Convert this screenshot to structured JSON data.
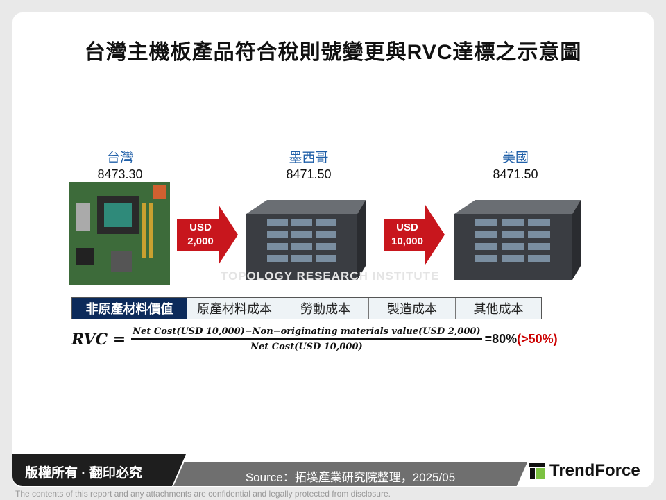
{
  "title": "台灣主機板產品符合稅則號變更與RVC達標之示意圖",
  "stages": [
    {
      "country": "台灣",
      "code": "8473.30",
      "image": "motherboard"
    },
    {
      "country": "墨西哥",
      "code": "8471.50",
      "image": "server"
    },
    {
      "country": "美國",
      "code": "8471.50",
      "image": "server"
    }
  ],
  "arrows": [
    {
      "line1": "USD",
      "line2": "2,000"
    },
    {
      "line1": "USD",
      "line2": "10,000"
    }
  ],
  "arrow_color": "#c8161d",
  "watermark": "TOPOLOGY RESEARCH INSTITUTE",
  "cost_table": [
    "非原產材料價值",
    "原產材料成本",
    "勞動成本",
    "製造成本",
    "其他成本"
  ],
  "formula": {
    "lhs": "RVC =",
    "numerator": "Net Cost(USD 10,000)−Non−originating materials value(USD 2,000)",
    "denominator": "Net Cost(USD 10,000)",
    "result": "=80%",
    "threshold": "(>50%)"
  },
  "footer": {
    "copyright": "版權所有 · 翻印必究",
    "source": "Source：拓墣產業研究院整理，2025/05",
    "logo": "TrendForce",
    "disclaimer": "The contents of this report and any attachments are confidential and legally protected from disclosure."
  }
}
